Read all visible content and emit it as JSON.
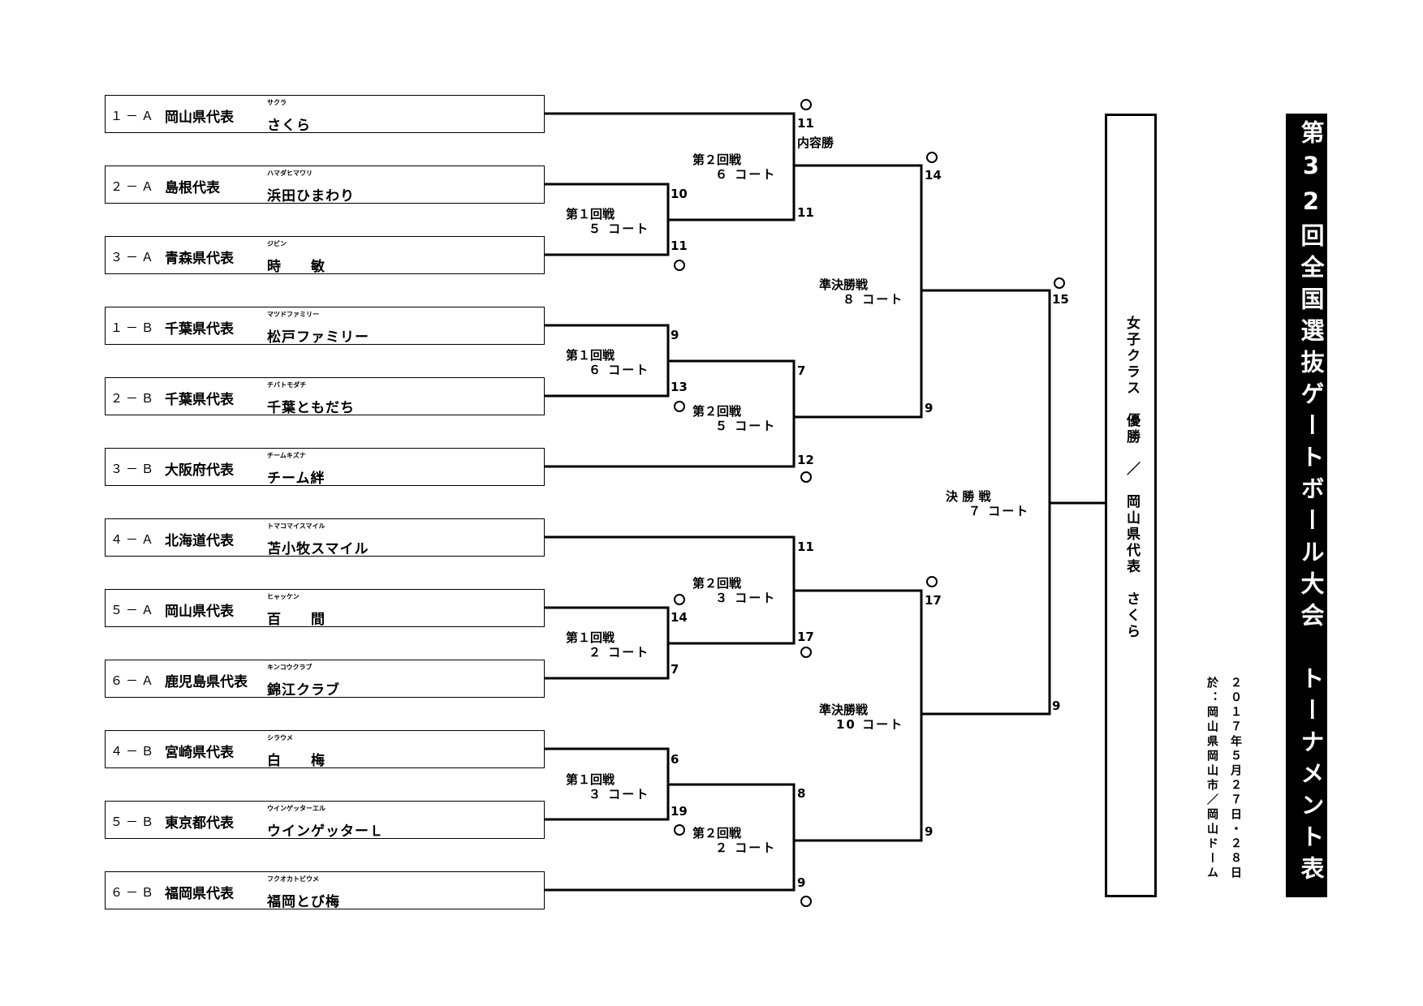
{
  "title": "第32回全国選抜ゲートボール大会　トーナメント表",
  "champion": "女子クラス　優勝　／　岡山県代表　さくら",
  "date": "２０１７年５月２７日・２８日",
  "venue": "於：岡山県岡山市／岡山ドーム",
  "teams": [
    {
      "seed": "１－Ａ",
      "pref": "岡山県代表",
      "kana": "サクラ",
      "name": "さくら"
    },
    {
      "seed": "２－Ａ",
      "pref": "島根代表",
      "kana": "ハマダヒマワリ",
      "name": "浜田ひまわり"
    },
    {
      "seed": "３－Ａ",
      "pref": "青森県代表",
      "kana": "ジビン",
      "name": "時　　敏"
    },
    {
      "seed": "１－Ｂ",
      "pref": "千葉県代表",
      "kana": "マツドファミリー",
      "name": "松戸ファミリー"
    },
    {
      "seed": "２－Ｂ",
      "pref": "千葉県代表",
      "kana": "チバトモダチ",
      "name": "千葉ともだち"
    },
    {
      "seed": "３－Ｂ",
      "pref": "大阪府代表",
      "kana": "チームキズナ",
      "name": "チーム絆"
    },
    {
      "seed": "４－Ａ",
      "pref": "北海道代表",
      "kana": "トマコマイスマイル",
      "name": "苫小牧スマイル"
    },
    {
      "seed": "５－Ａ",
      "pref": "岡山県代表",
      "kana": "ヒャッケン",
      "name": "百　　間"
    },
    {
      "seed": "６－Ａ",
      "pref": "鹿児島県代表",
      "kana": "キンコウクラブ",
      "name": "錦江クラブ"
    },
    {
      "seed": "４－Ｂ",
      "pref": "宮崎県代表",
      "kana": "シラウメ",
      "name": "白　　梅"
    },
    {
      "seed": "５－Ｂ",
      "pref": "東京都代表",
      "kana": "ウインゲッターエル",
      "name": "ウインゲッターＬ"
    },
    {
      "seed": "６－Ｂ",
      "pref": "福岡県代表",
      "kana": "フクオカトビウメ",
      "name": "福岡とび梅"
    }
  ],
  "matches": {
    "r1a": {
      "round": "第１回戦",
      "court": "５ コート",
      "score_top": "10",
      "score_bottom": "11"
    },
    "r1b": {
      "round": "第１回戦",
      "court": "６ コート",
      "score_top": "9",
      "score_bottom": "13"
    },
    "r1c": {
      "round": "第１回戦",
      "court": "２ コート",
      "score_top": "14",
      "score_bottom": "7"
    },
    "r1d": {
      "round": "第１回戦",
      "court": "３ コート",
      "score_top": "6",
      "score_bottom": "19"
    },
    "r2a": {
      "round": "第２回戦",
      "court": "６ コート",
      "score_top": "11",
      "score_bottom": "11",
      "note": "内容勝"
    },
    "r2b": {
      "round": "第２回戦",
      "court": "５ コート",
      "score_top": "7",
      "score_bottom": "12"
    },
    "r2c": {
      "round": "第２回戦",
      "court": "３ コート",
      "score_top": "11",
      "score_bottom": "17"
    },
    "r2d": {
      "round": "第２回戦",
      "court": "２ コート",
      "score_top": "8",
      "score_bottom": "9"
    },
    "sf1": {
      "round": "準決勝戦",
      "court": "８ コート",
      "score_top": "14",
      "score_bottom": "9"
    },
    "sf2": {
      "round": "準決勝戦",
      "court": "10 コート",
      "score_top": "17",
      "score_bottom": "9"
    },
    "final": {
      "round": "決 勝 戦",
      "court": "７ コート",
      "score_top": "15",
      "score_bottom": "9"
    }
  }
}
